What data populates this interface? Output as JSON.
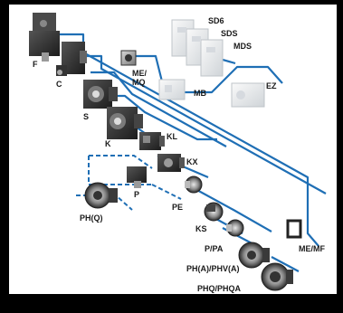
{
  "palette": {
    "frame": "#000000",
    "panel": "#ffffff",
    "connector": "#1f6fb5",
    "product_dark": "#2b2b2b",
    "product_light": "#e9ecef"
  },
  "labels": {
    "F": "F",
    "C": "C",
    "S": "S",
    "K": "K",
    "ME_MQ": "ME/\nMQ",
    "KL": "KL",
    "KX": "KX",
    "P": "P",
    "PHQ_paren": "PH(Q)",
    "PE": "PE",
    "KS": "KS",
    "P_PA": "P/PA",
    "PHA_PHVA": "PH(A)/PHV(A)",
    "PHQ_PHQA": "PHQ/PHQA",
    "ME_MF": "ME/MF",
    "SD6": "SD6",
    "SDS": "SDS",
    "MDS": "MDS",
    "MB": "MB",
    "EZ": "EZ"
  },
  "products": [
    {
      "id": "F",
      "icon": "right-angle-gear-unit-icon"
    },
    {
      "id": "C",
      "icon": "helical-gear-unit-icon"
    },
    {
      "id": "S",
      "icon": "worm-gear-unit-icon"
    },
    {
      "id": "K",
      "icon": "bevel-gear-unit-icon"
    },
    {
      "id": "KL",
      "icon": "bevel-gear-unit-small-icon"
    },
    {
      "id": "KX",
      "icon": "bevel-gear-unit-compact-icon"
    },
    {
      "id": "ME_MQ",
      "icon": "motor-adapter-icon"
    },
    {
      "id": "P",
      "icon": "planetary-gear-unit-icon"
    },
    {
      "id": "PHQ_paren",
      "icon": "flange-planetary-gear-unit-icon"
    },
    {
      "id": "PE",
      "icon": "planetary-gear-unit-economy-icon"
    },
    {
      "id": "KS",
      "icon": "bevel-planetary-gear-unit-icon"
    },
    {
      "id": "P_PA",
      "icon": "planetary-gear-unit-pa-icon"
    },
    {
      "id": "PHA_PHVA",
      "icon": "high-performance-planetary-icon"
    },
    {
      "id": "PHQ_PHQA",
      "icon": "high-torque-planetary-icon"
    },
    {
      "id": "ME_MF",
      "icon": "motor-adapter-frame-icon"
    },
    {
      "id": "SD6",
      "icon": "servo-inverter-icon"
    },
    {
      "id": "SDS",
      "icon": "servo-inverter-icon"
    },
    {
      "id": "MDS",
      "icon": "servo-inverter-icon"
    },
    {
      "id": "MB",
      "icon": "brake-module-icon"
    },
    {
      "id": "EZ",
      "icon": "synchronous-servo-motor-icon"
    }
  ]
}
